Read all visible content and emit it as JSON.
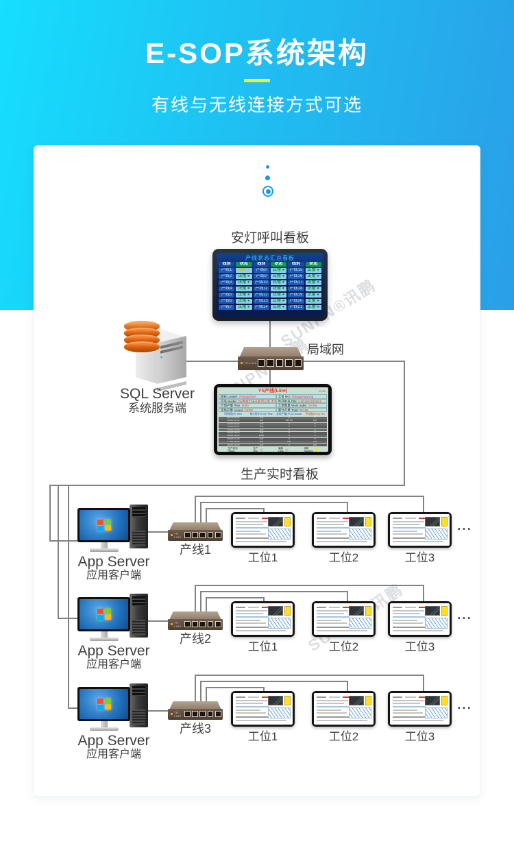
{
  "header": {
    "title": "E-SOP系统架构",
    "subtitle": "有线与无线连接方式可选"
  },
  "watermark": "SUNPN®讯鹏",
  "andon": {
    "label": "安灯呼叫看板",
    "screen_title": "产线状态汇总看板",
    "col_headers": [
      "线别",
      "状态",
      "线别",
      "状态",
      "线别",
      "状态"
    ],
    "status_dot": "●",
    "rows": [
      [
        [
          "产线1",
          "待料",
          "warn"
        ],
        [
          "产线8",
          "正常",
          "ok"
        ],
        [
          "产线15",
          "正常",
          "ok"
        ]
      ],
      [
        [
          "产线2",
          "正常",
          "ok"
        ],
        [
          "产线9",
          "正常",
          "ok"
        ],
        [
          "产线16",
          "正常",
          "ok"
        ]
      ],
      [
        [
          "产线3",
          "正常",
          "ok"
        ],
        [
          "产线10",
          "正常",
          "ok"
        ],
        [
          "产线17",
          "正常",
          "ok"
        ]
      ],
      [
        [
          "产线4",
          "正常",
          "ok"
        ],
        [
          "产线11",
          "正常",
          "ok"
        ],
        [
          "产线18",
          "正常",
          "ok"
        ]
      ],
      [
        [
          "产线5",
          "正常",
          "ok"
        ],
        [
          "产线12",
          "正常",
          "ok"
        ],
        [
          "产线19",
          "正常",
          "ok"
        ]
      ],
      [
        [
          "产线6",
          "正常",
          "ok"
        ],
        [
          "产线13",
          "正常",
          "ok"
        ],
        [
          "产线20",
          "正常",
          "ok"
        ]
      ],
      [
        [
          "产线7",
          "正常",
          "ok"
        ],
        [
          "产线14",
          "正常",
          "ok"
        ],
        [
          "产线21",
          "正常",
          "ok"
        ]
      ]
    ]
  },
  "sql": {
    "title": "SQL Server",
    "subtitle": "系统服务端"
  },
  "lan": {
    "label": "局域网",
    "brand": "TP-LINK"
  },
  "realtime": {
    "label": "生产实时看板",
    "title": "YS产线(Line)",
    "title_right": "13:50",
    "info": [
      {
        "l": "班长 Leader:",
        "v": "zhangyizhen"
      },
      {
        "l": "工号 NO:",
        "v": "zhangpengyong"
      },
      {
        "l": "产品 Model:",
        "v": "3W面板灯床头超市公装 不带中封"
      },
      {
        "l": "生产批号 P/N:",
        "v": "2-001801010041"
      },
      {
        "l": "计划产量 Plan:",
        "v": "5000"
      },
      {
        "l": "工单数量 Work order:",
        "v": "19786"
      },
      {
        "l": "实际产量 Actual:",
        "v": "14078"
      },
      {
        "l": "累计产量 Total:",
        "v": "26156"
      }
    ],
    "table_headers": [
      "时间段(H) Time",
      "每小时(PCS)/H Plan",
      "实际产量(PCS) Actual",
      "不良数(PCS) NG"
    ],
    "table_rows": [
      [
        "08:00-09:00",
        "100",
        "0",
        "0"
      ],
      [
        "09:00-10:00",
        "100",
        "140.05",
        "142"
      ],
      [
        "10:00-11:00",
        "100",
        "0",
        "0"
      ],
      [
        "11:00-12:00",
        "100",
        "0",
        "0"
      ],
      [
        "13:00-14:00",
        "100",
        "0",
        "0"
      ],
      [
        "14:00-15:00",
        "100",
        "0",
        "0"
      ],
      [
        "15:00-16:00",
        "1000",
        "0",
        "0"
      ],
      [
        "16:00-17:00",
        "100",
        "0",
        "0"
      ],
      [
        "17:00-18:00",
        "100",
        "430",
        "219"
      ],
      [
        "18:00-19:00",
        "100",
        "0",
        "252"
      ]
    ],
    "footer": [
      {
        "t": "生产状态",
        "s": "Status",
        "dot": ""
      },
      {
        "t": "生产",
        "s": "Run",
        "dot": "#c0c0c0"
      },
      {
        "t": "缺料",
        "s": "Lack",
        "dot": "#c0c0c0"
      },
      {
        "t": "待机",
        "s": "Standby",
        "dot": "#f2e71d"
      }
    ]
  },
  "rows": [
    {
      "app_title": "App Server",
      "app_subtitle": "应用客户端",
      "line_label": "产线1",
      "stations": [
        "工位1",
        "工位2",
        "工位3"
      ],
      "more": "..."
    },
    {
      "app_title": "App Server",
      "app_subtitle": "应用客户端",
      "line_label": "产线2",
      "stations": [
        "工位1",
        "工位2",
        "工位3"
      ],
      "more": "..."
    },
    {
      "app_title": "App Server",
      "app_subtitle": "应用客户端",
      "line_label": "产线3",
      "stations": [
        "工位1",
        "工位2",
        "工位3"
      ],
      "more": "..."
    }
  ]
}
